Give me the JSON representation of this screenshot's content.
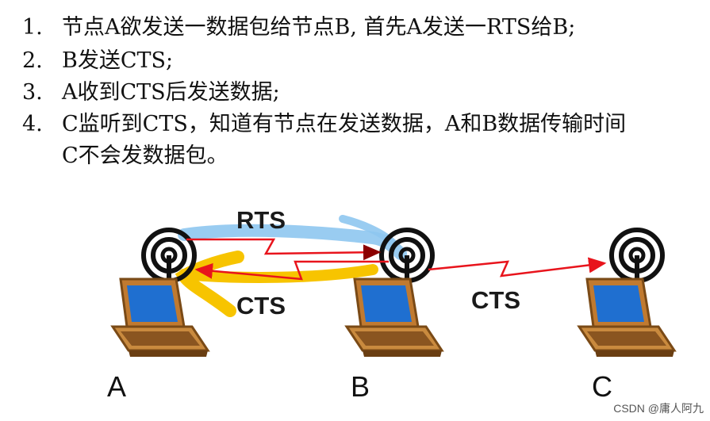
{
  "steps": [
    {
      "num": "1.",
      "text": "节点A欲发送一数据包给节点B, 首先A发送一RTS给B;"
    },
    {
      "num": "2.",
      "text": "B发送CTS;"
    },
    {
      "num": "3.",
      "text": "A收到CTS后发送数据;"
    },
    {
      "num": "4.",
      "text": "C监听到CTS，知道有节点在发送数据，A和B数据传输时间"
    },
    {
      "num": "",
      "text": "C不会发数据包。"
    }
  ],
  "diagram": {
    "rts_label": "RTS",
    "cts_label_left": "CTS",
    "cts_label_right": "CTS",
    "nodes": [
      "A",
      "B",
      "C"
    ],
    "colors": {
      "arrow": "#e8141c",
      "arrow_dark": "#8b0000",
      "rts_highlight": "#8ec6f0",
      "cts_highlight": "#f7c400",
      "screen": "#1f6fd0",
      "laptop_body": "#c07a30",
      "laptop_dark": "#7a4a16"
    }
  },
  "watermark": "CSDN @庸人阿九"
}
